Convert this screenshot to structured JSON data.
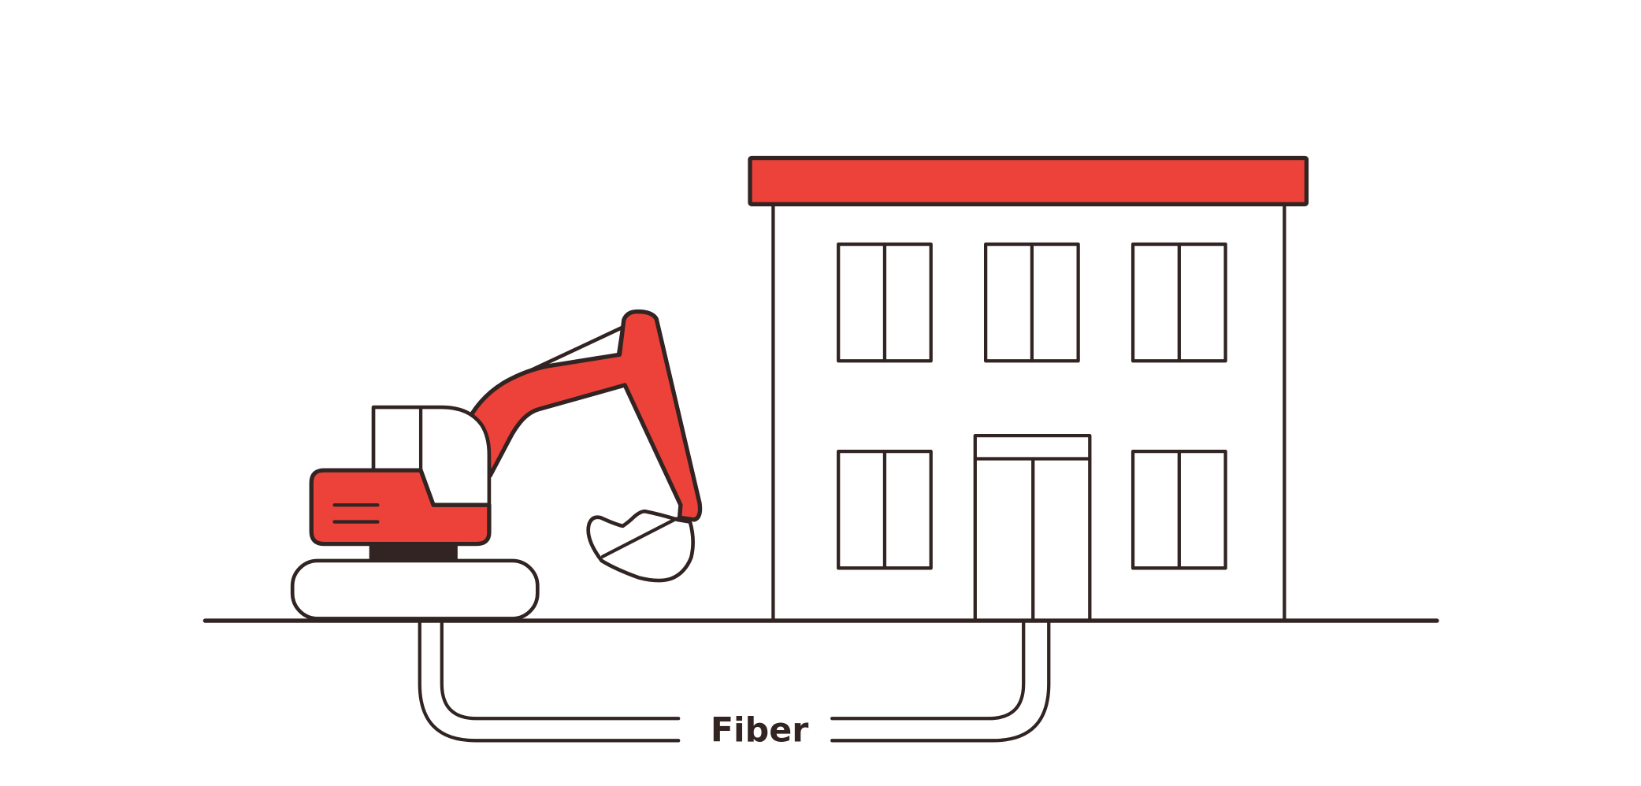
{
  "diagram": {
    "label": "Fiber",
    "colors": {
      "accent": "#ec4239",
      "stroke": "#312422",
      "background": "#ffffff"
    },
    "elements": [
      "excavator",
      "building",
      "ground-line",
      "fiber-conduit"
    ]
  }
}
